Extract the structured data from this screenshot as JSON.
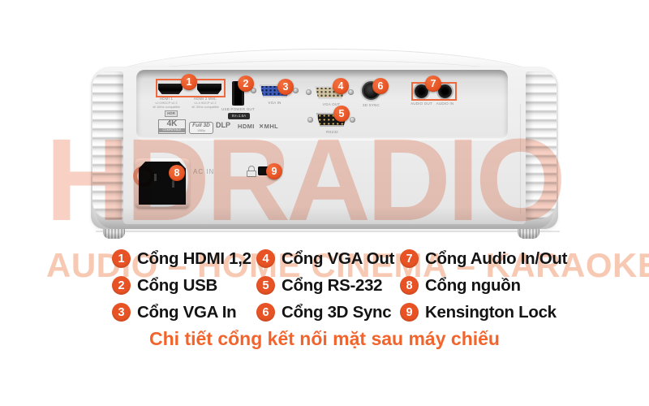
{
  "colors": {
    "accent": "#e85325",
    "caption_orange": "#f2642c",
    "watermark_orange": "#e85a2b"
  },
  "watermark": {
    "brand": "HDRADIO",
    "tagline": "AUDIO – HOME CINEMA – KARAOKE"
  },
  "panel": {
    "hdmi1": {
      "label": "HDMI 1",
      "sub1": "v2.0/HDCP v2.2",
      "sub2": "4K 60Hz compatible",
      "hdr_badge": "HDR"
    },
    "hdmi2": {
      "label": "HDMI 2 MHL",
      "sub1": "v1.4 HDCP v2.2",
      "sub2": "4K 30Hz compatible"
    },
    "usb": {
      "label": "USB POWER OUT",
      "badge": "5V=1.5A"
    },
    "vga_in": {
      "label": "VGA IN"
    },
    "vga_out": {
      "label": "VGA OUT"
    },
    "sync": {
      "label": "3D SYNC"
    },
    "audio_out": {
      "label": "AUDIO OUT"
    },
    "audio_in": {
      "label": "AUDIO IN"
    },
    "rs232": {
      "label": "RS232"
    },
    "ac_in": {
      "label": "AC IN"
    },
    "logos": {
      "k4": "4K",
      "k4_sub": "COMPATIBLE",
      "full3d": "Full 3D",
      "full3d_sub": "1080p",
      "dlp": "DLP",
      "hdmi": "HDMI",
      "mhl": "✕MHL"
    }
  },
  "callouts": [
    "1",
    "2",
    "3",
    "4",
    "5",
    "6",
    "7",
    "8",
    "9"
  ],
  "legend": {
    "rows": [
      [
        {
          "n": "1",
          "label": "Cổng HDMI 1,2"
        },
        {
          "n": "4",
          "label": "Cổng VGA Out"
        },
        {
          "n": "7",
          "label": "Cổng Audio In/Out"
        }
      ],
      [
        {
          "n": "2",
          "label": "Cổng USB"
        },
        {
          "n": "5",
          "label": "Cổng RS-232"
        },
        {
          "n": "8",
          "label": "Cổng nguồn"
        }
      ],
      [
        {
          "n": "3",
          "label": "Cổng VGA In"
        },
        {
          "n": "6",
          "label": "Cổng 3D Sync"
        },
        {
          "n": "9",
          "label": "Kensington Lock"
        }
      ]
    ]
  },
  "caption": "Chi tiết cổng kết nối mặt sau máy chiếu"
}
